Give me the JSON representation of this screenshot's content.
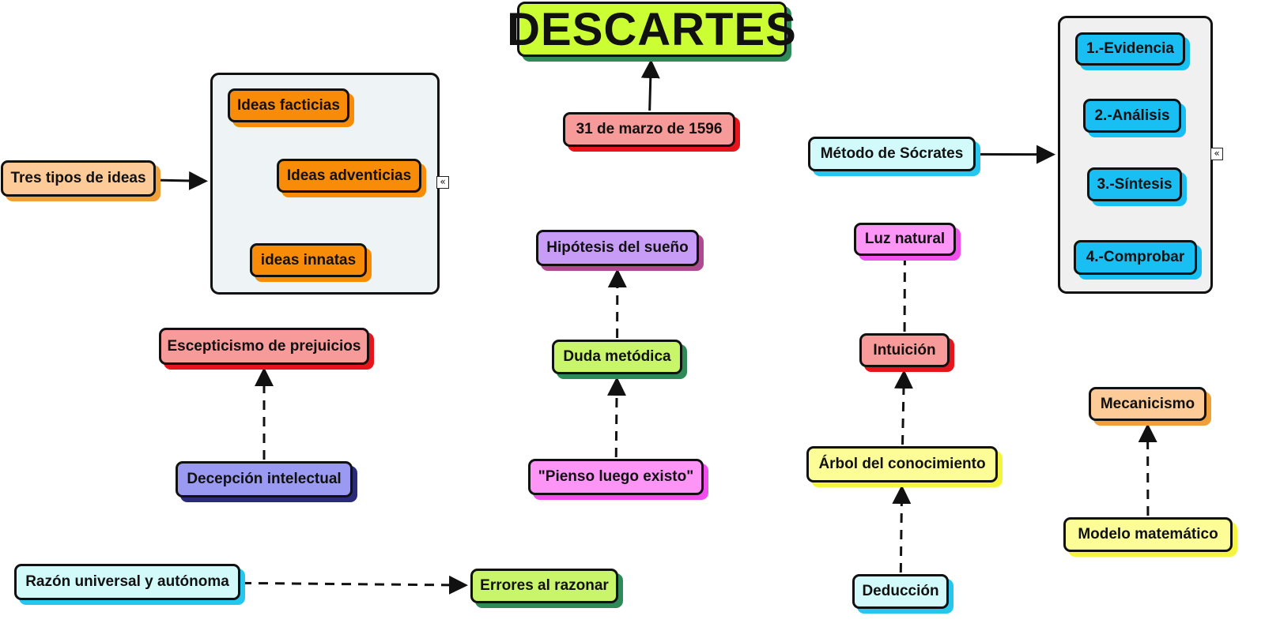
{
  "title": {
    "label": "DESCARTES",
    "color": "#CCFF33",
    "shadow": "#2E8B57"
  },
  "nodes": [
    {
      "id": "date",
      "label": "31 de marzo de 1596",
      "color": "#F79A9A",
      "shadow": "#E8141C"
    },
    {
      "id": "tres_tipos",
      "label": "Tres tipos de ideas",
      "color": "#FCCB98",
      "shadow": "#F0A038"
    },
    {
      "id": "ideas_facticias",
      "label": "Ideas facticias",
      "color": "#F88C09",
      "shadow": "#F88C09"
    },
    {
      "id": "ideas_adventicias",
      "label": "Ideas adventicias",
      "color": "#F88C09",
      "shadow": "#F88C09"
    },
    {
      "id": "ideas_innatas",
      "label": "ideas innatas",
      "color": "#F88C09",
      "shadow": "#F88C09"
    },
    {
      "id": "escepticismo",
      "label": "Escepticismo de prejuicios",
      "color": "#F79A9A",
      "shadow": "#E8141C"
    },
    {
      "id": "decepcion",
      "label": "Decepción intelectual",
      "color": "#9A9AF3",
      "shadow": "#2A2A7A"
    },
    {
      "id": "razon",
      "label": "Razón universal y autónoma",
      "color": "#D2FAFA",
      "shadow": "#25C6F0"
    },
    {
      "id": "errores",
      "label": "Errores al razonar",
      "color": "#C8F56A",
      "shadow": "#2E8B57"
    },
    {
      "id": "hipotesis",
      "label": "Hipótesis del sueño",
      "color": "#C79CF6",
      "shadow": "#B04A90"
    },
    {
      "id": "duda",
      "label": "Duda metódica",
      "color": "#C8F56A",
      "shadow": "#2E8B57"
    },
    {
      "id": "pienso",
      "label": "\"Pienso luego existo\"",
      "color": "#FC95F6",
      "shadow": "#F24EEE"
    },
    {
      "id": "luz",
      "label": "Luz natural",
      "color": "#FC95F6",
      "shadow": "#F24EEE"
    },
    {
      "id": "intuicion",
      "label": "Intuición",
      "color": "#F79A9A",
      "shadow": "#E8141C"
    },
    {
      "id": "arbol",
      "label": "Árbol del conocimiento",
      "color": "#FDFD98",
      "shadow": "#F5F540"
    },
    {
      "id": "deduccion",
      "label": "Deducción",
      "color": "#D2FAFA",
      "shadow": "#25C6F0"
    },
    {
      "id": "metodo",
      "label": "Método de Sócrates",
      "color": "#D2FAFA",
      "shadow": "#25C6F0"
    },
    {
      "id": "evidencia",
      "label": "1.-Evidencia",
      "color": "#19BFF3",
      "shadow": "#19BFF3"
    },
    {
      "id": "analisis",
      "label": "2.-Análisis",
      "color": "#19BFF3",
      "shadow": "#19BFF3"
    },
    {
      "id": "sintesis",
      "label": "3.-Síntesis",
      "color": "#19BFF3",
      "shadow": "#19BFF3"
    },
    {
      "id": "comprobar",
      "label": "4.-Comprobar",
      "color": "#19BFF3",
      "shadow": "#19BFF3"
    },
    {
      "id": "mecanicismo",
      "label": "Mecanicismo",
      "color": "#FCCB98",
      "shadow": "#F0A038"
    },
    {
      "id": "modelo",
      "label": "Modelo matemático",
      "color": "#FDFD98",
      "shadow": "#F5F540"
    }
  ],
  "groups": [
    {
      "id": "ideas_group",
      "color": "#EEF3F5",
      "collapse_icon": "«"
    },
    {
      "id": "metodo_group",
      "color": "#F0F0F0",
      "collapse_icon": "«"
    }
  ],
  "edges": [
    {
      "from": "date",
      "to": "title",
      "style": "solid",
      "arrow": true
    },
    {
      "from": "tres_tipos",
      "to": "ideas_group",
      "style": "solid",
      "arrow": true
    },
    {
      "from": "metodo",
      "to": "metodo_group",
      "style": "solid",
      "arrow": true
    },
    {
      "from": "decepcion",
      "to": "escepticismo",
      "style": "dashed",
      "arrow": true
    },
    {
      "from": "razon",
      "to": "errores",
      "style": "dashed",
      "arrow": true
    },
    {
      "from": "duda",
      "to": "hipotesis",
      "style": "dashed",
      "arrow": true
    },
    {
      "from": "pienso",
      "to": "duda",
      "style": "dashed",
      "arrow": true
    },
    {
      "from": "intuicion",
      "to": "luz",
      "style": "dashed",
      "arrow": false
    },
    {
      "from": "arbol",
      "to": "intuicion",
      "style": "dashed",
      "arrow": true
    },
    {
      "from": "deduccion",
      "to": "arbol",
      "style": "dashed",
      "arrow": true
    },
    {
      "from": "modelo",
      "to": "mecanicismo",
      "style": "dashed",
      "arrow": true
    },
    {
      "from": "evidencia",
      "to": "analisis",
      "style": "dashed",
      "arrow": false
    },
    {
      "from": "analisis",
      "to": "sintesis",
      "style": "dashed",
      "arrow": false
    },
    {
      "from": "sintesis",
      "to": "comprobar",
      "style": "dashed",
      "arrow": false
    }
  ]
}
